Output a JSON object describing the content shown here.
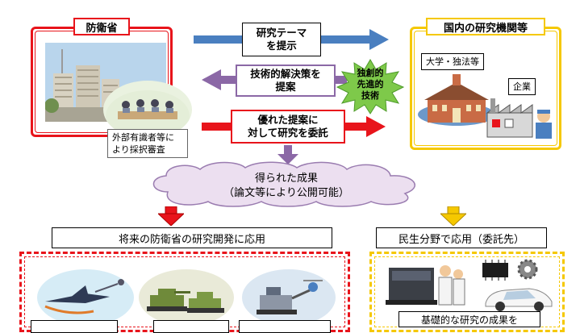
{
  "mod": {
    "title": "防衛省",
    "reviewer_note": "外部有識者等に\nより採択審査"
  },
  "institutions": {
    "title": "国内の研究機関等",
    "univ": "大学・独法等",
    "company": "企業"
  },
  "arrows": {
    "present_theme": "研究テーマ\nを提示",
    "propose_solution": "技術的解決策を\n提案",
    "commission": "優れた提案に\n対して研究を委託"
  },
  "starburst": "独創的\n先進的\n技術",
  "results": {
    "line1": "得られた成果",
    "line2": "（論文等により公開可能）"
  },
  "defense_application": "将来の防衛省の研究開発に応用",
  "civil_application": "民生分野で応用（委託先）",
  "civil_caption": "基礎的な研究の成果を",
  "colors": {
    "red": "#e8141b",
    "yellow": "#f5c800",
    "blue": "#4a7fc0",
    "purple": "#8b68a6"
  }
}
